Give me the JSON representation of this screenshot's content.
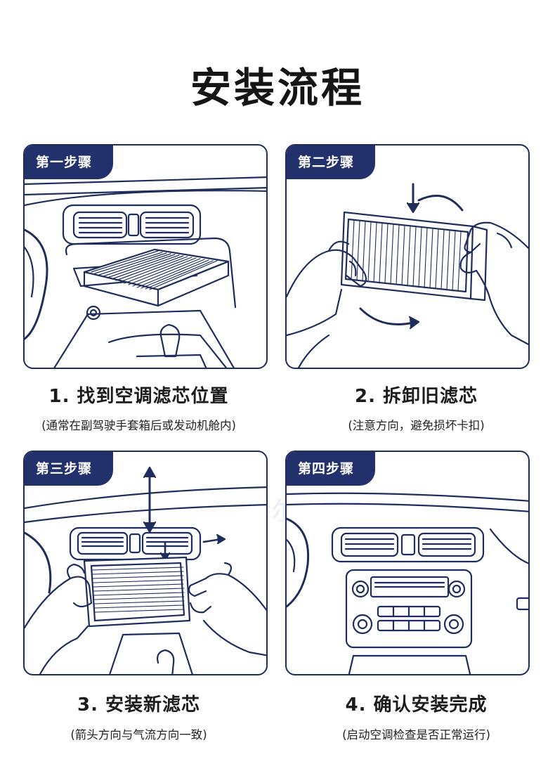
{
  "page": {
    "title": "安装流程",
    "watermark": "贝特尔"
  },
  "colors": {
    "navy": "#22306b",
    "line": "#1f2d5c",
    "background": "#ffffff"
  },
  "steps": [
    {
      "badge": "第一步骤",
      "title": "1. 找到空调滤芯位置",
      "note": "(通常在副驾驶手套箱后或发动机舱内)",
      "illustration": "glovebox-filter-illustration"
    },
    {
      "badge": "第二步骤",
      "title": "2. 拆卸旧滤芯",
      "note": "(注意方向，避免损坏卡扣)",
      "illustration": "hands-removing-filter-illustration"
    },
    {
      "badge": "第三步骤",
      "title": "3. 安装新滤芯",
      "note": "(箭头方向与气流方向一致)",
      "illustration": "hands-inserting-filter-illustration"
    },
    {
      "badge": "第四步骤",
      "title": "4. 确认安装完成",
      "note": "(启动空调检查是否正常运行)",
      "illustration": "dashboard-complete-illustration"
    }
  ]
}
